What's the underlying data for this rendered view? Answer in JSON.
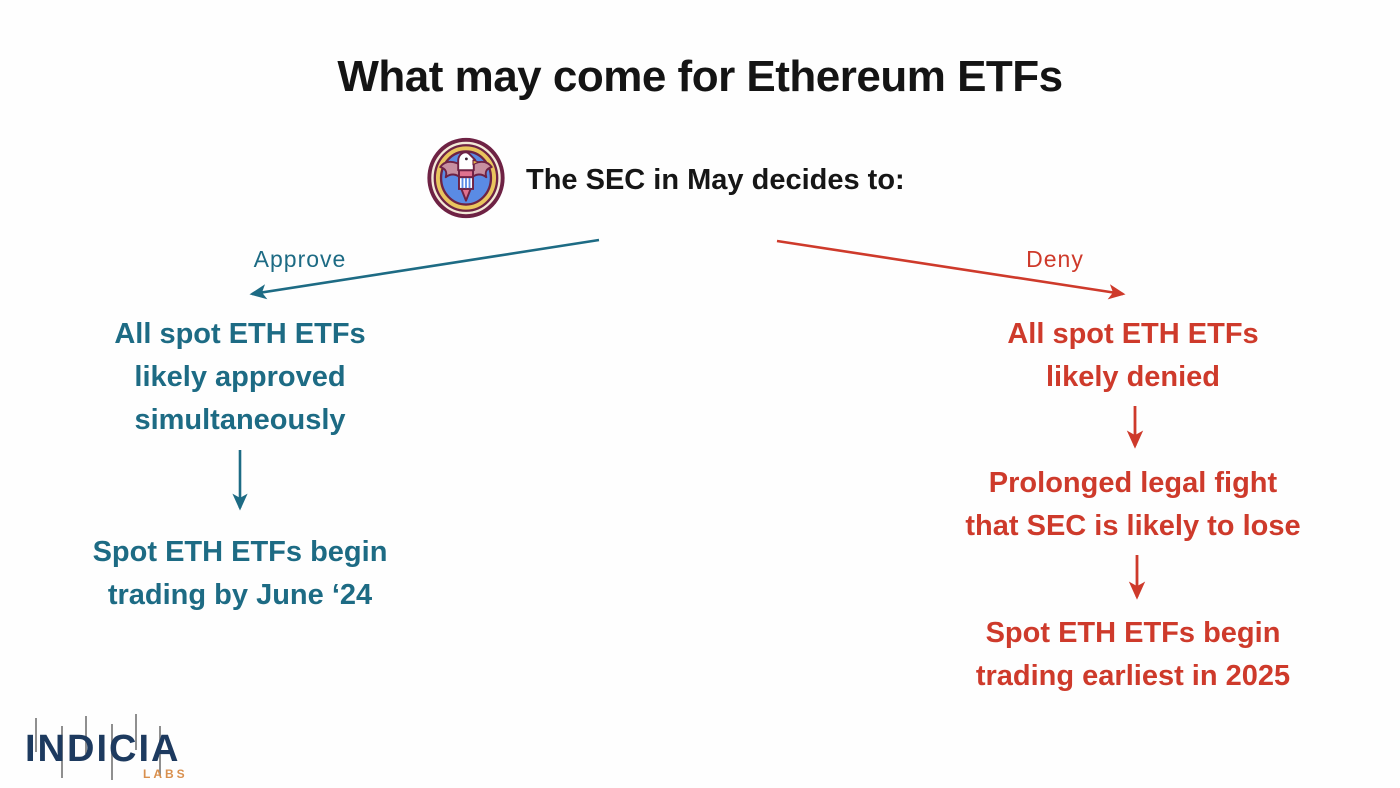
{
  "title": "What may come for Ethereum ETFs",
  "root": {
    "icon": "sec-seal-icon",
    "label": "The SEC in May decides to:"
  },
  "branches": {
    "approve": {
      "label": "Approve",
      "color": "#1d6b84",
      "nodes": [
        "All spot ETH ETFs\nlikely approved\nsimultaneously",
        "Spot ETH ETFs begin\ntrading by June ‘24"
      ]
    },
    "deny": {
      "label": "Deny",
      "color": "#ce3a2b",
      "nodes": [
        "All spot ETH ETFs\nlikely denied",
        "Prolonged legal fight\nthat SEC is likely to lose",
        "Spot ETH ETFs begin\ntrading earliest in 2025"
      ]
    }
  },
  "footer": {
    "logo_text": "INDICIA",
    "logo_sub": "LABS"
  }
}
